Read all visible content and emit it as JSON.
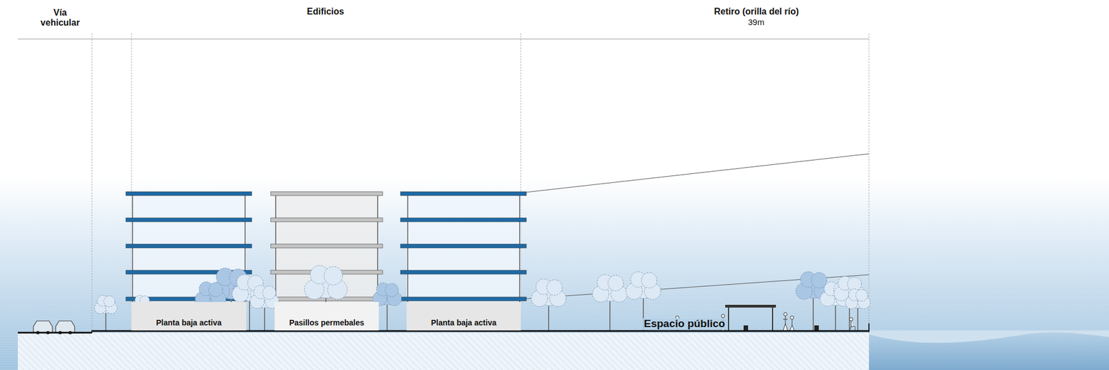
{
  "diagram": {
    "nodes": [
      {
        "text": [
          "Planta baja activa"
        ]
      },
      {
        "text": [
          "Pasillos permebales"
        ]
      },
      {
        "text": [
          "Planta baja activa"
        ]
      }
    ],
    "labels": [
      "Vía vehicular",
      "Edificios",
      "Retiro (orilla del río)",
      "39m",
      "Espacio público"
    ]
  }
}
